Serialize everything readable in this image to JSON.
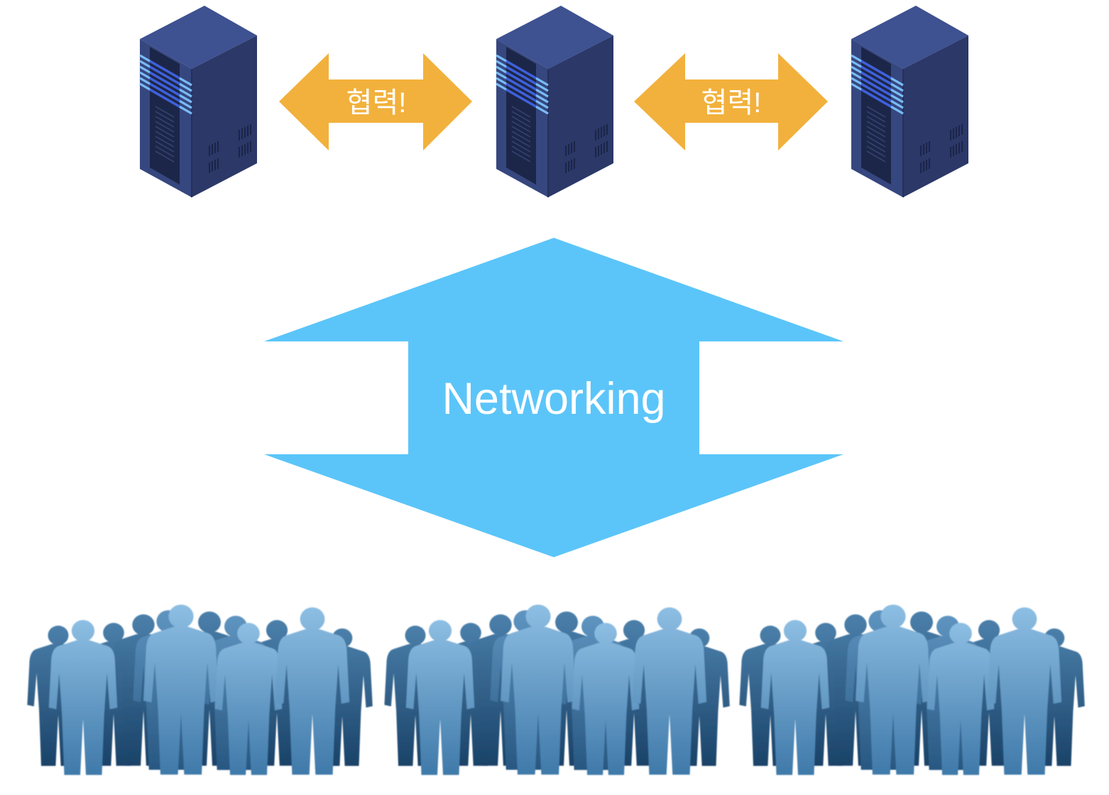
{
  "collaboration_arrows": [
    {
      "label": "협력!"
    },
    {
      "label": "협력!"
    }
  ],
  "networking_arrow": {
    "label": "Networking"
  },
  "icons": {
    "server": "server-icon",
    "crowd": "people-crowd-icon"
  },
  "colors": {
    "collaboration_arrow": "#F2B13C",
    "networking_arrow": "#5BC5F9",
    "label_text": "#FFFFFF",
    "server_body": "#36477F",
    "crowd": "#4F86B3"
  }
}
